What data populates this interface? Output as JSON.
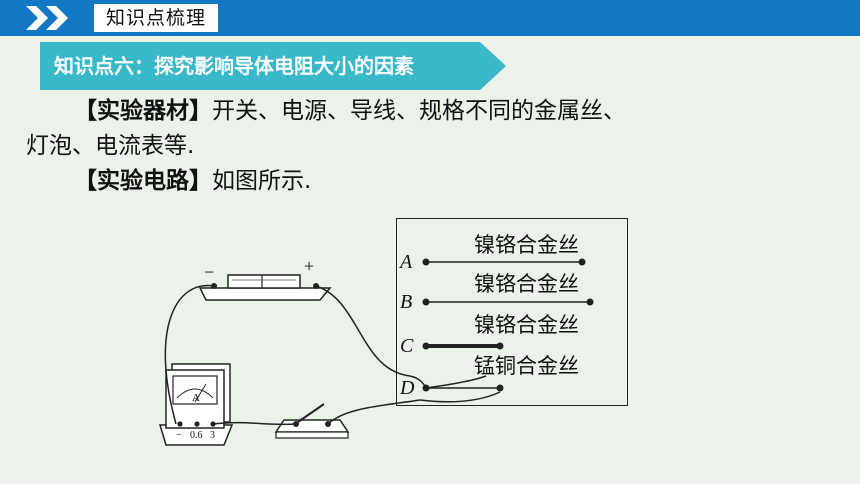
{
  "header": {
    "section_title": "知识点梳理",
    "icon": "double-chevron-icon"
  },
  "topic": {
    "label": "知识点六：探究影响导体电阻大小的因素"
  },
  "materials": {
    "heading": "【实验器材】",
    "line1": "开关、电源、导线、规格不同的金属丝、",
    "line2": "灯泡、电流表等."
  },
  "circuit": {
    "heading": "【实验电路】",
    "text": "如图所示."
  },
  "diagram": {
    "wires": [
      {
        "letter": "A",
        "label": "镍铬合金丝"
      },
      {
        "letter": "B",
        "label": "镍铬合金丝"
      },
      {
        "letter": "C",
        "label": "镍铬合金丝"
      },
      {
        "letter": "D",
        "label": "锰铜合金丝"
      }
    ],
    "battery": {
      "minus": "−",
      "plus": "+"
    },
    "ammeter": {
      "unit": "A",
      "terminals": [
        "−",
        "0.6",
        "3"
      ]
    }
  },
  "colors": {
    "topbar": "#1378c4",
    "ribbon": "#38b8c8",
    "background": "#eaf2ea"
  }
}
